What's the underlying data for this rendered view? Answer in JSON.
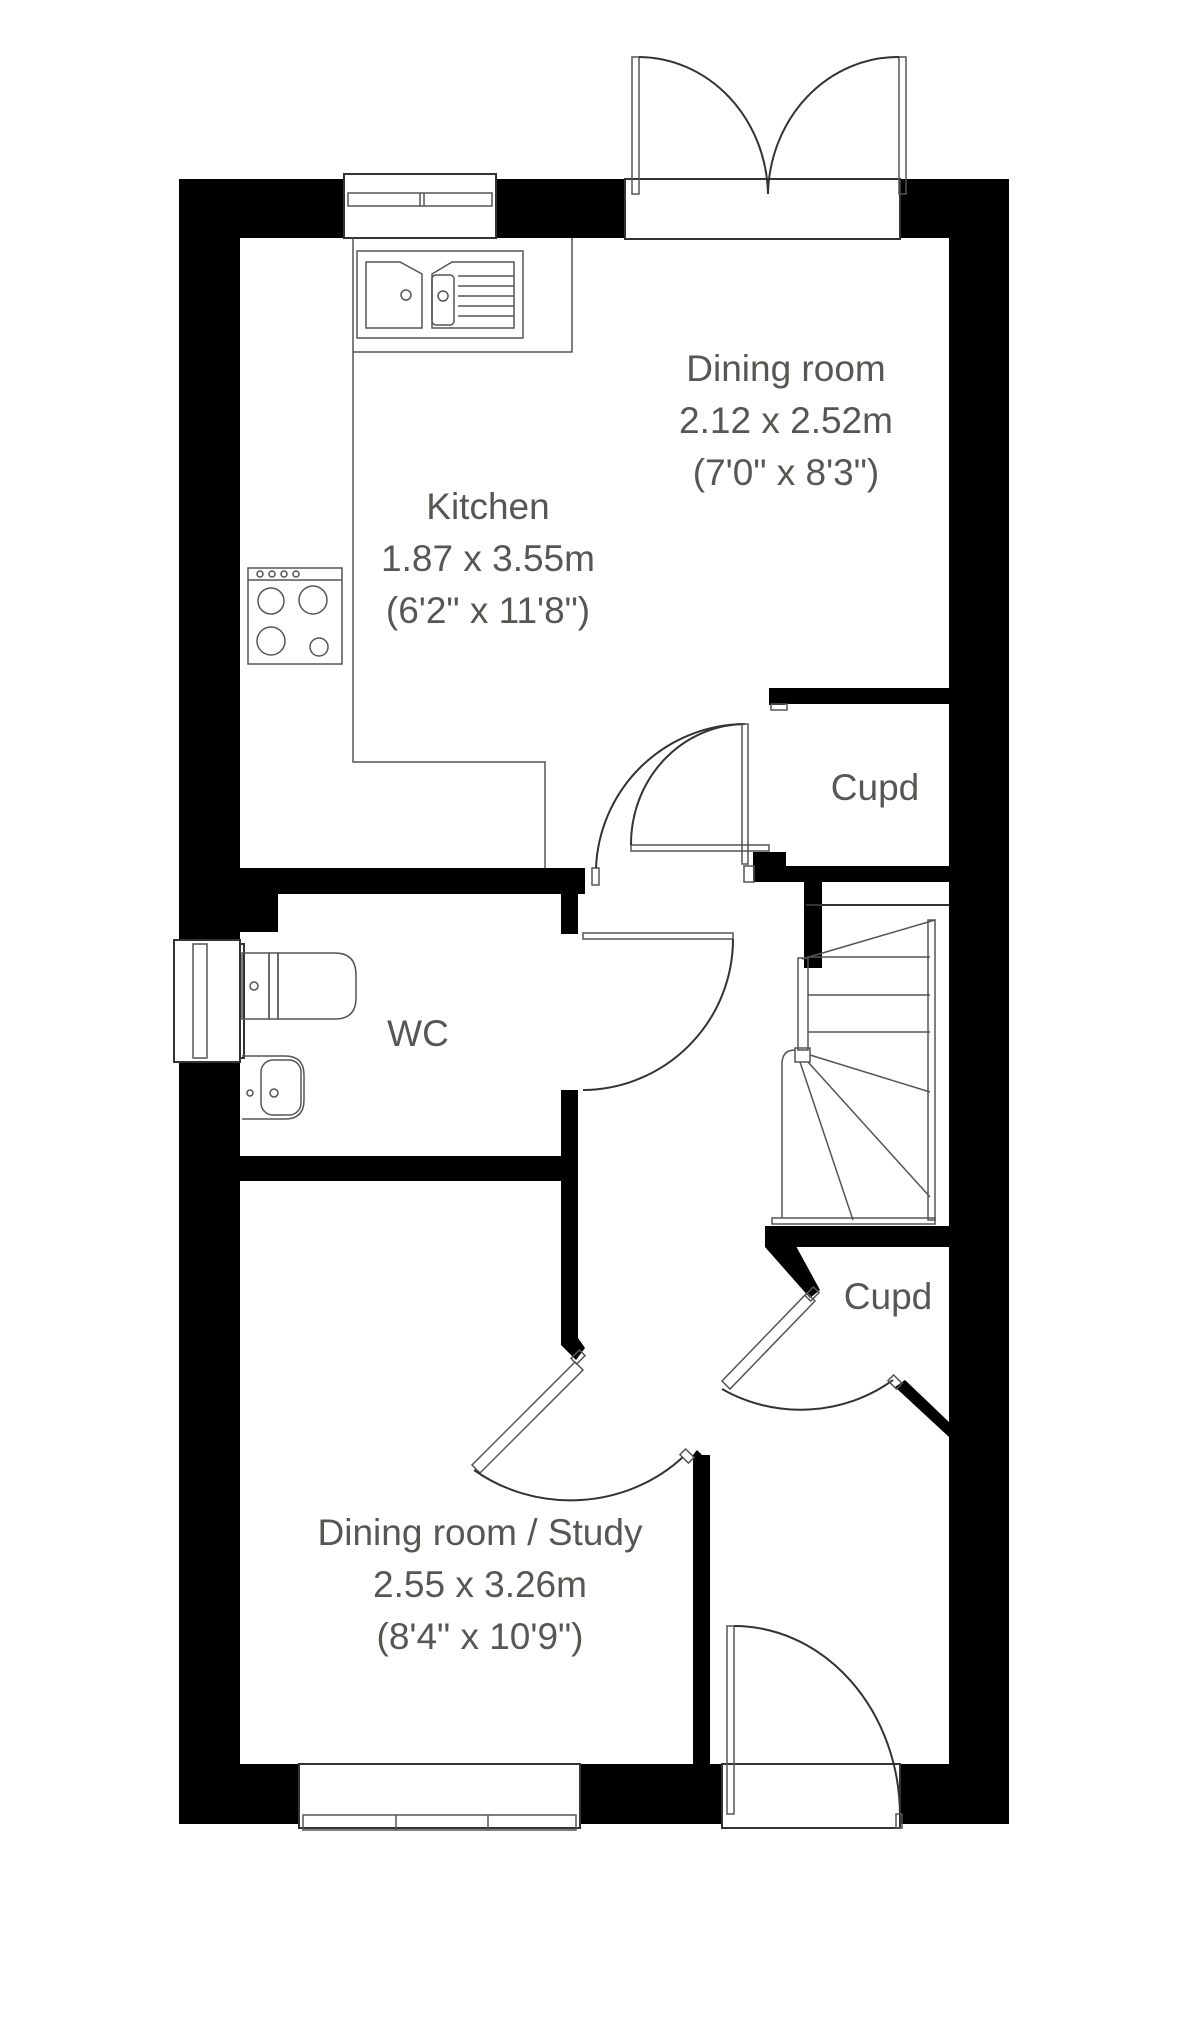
{
  "title": "Ground floor plan",
  "colors": {
    "wall": "#000000",
    "label": "#555852",
    "linework": "#333333",
    "background": "#ffffff"
  },
  "rooms": [
    {
      "id": "dining-room",
      "name": "Dining room",
      "metric": "2.12 x 2.52m",
      "imperial": "(7'0\" x 8'3\")"
    },
    {
      "id": "kitchen",
      "name": "Kitchen",
      "metric": "1.87 x 3.55m",
      "imperial": "(6'2\" x 11'8\")"
    },
    {
      "id": "cupd-upper",
      "name": "Cupd"
    },
    {
      "id": "wc",
      "name": "WC"
    },
    {
      "id": "cupd-lower",
      "name": "Cupd"
    },
    {
      "id": "dining-study",
      "name": "Dining room / Study",
      "metric": "2.55 x 3.26m",
      "imperial": "(8'4\" x 10'9\")"
    }
  ],
  "fixtures": [
    "sink-icon",
    "hob-icon",
    "toilet-icon",
    "basin-icon",
    "stairs",
    "french-doors",
    "front-door"
  ]
}
